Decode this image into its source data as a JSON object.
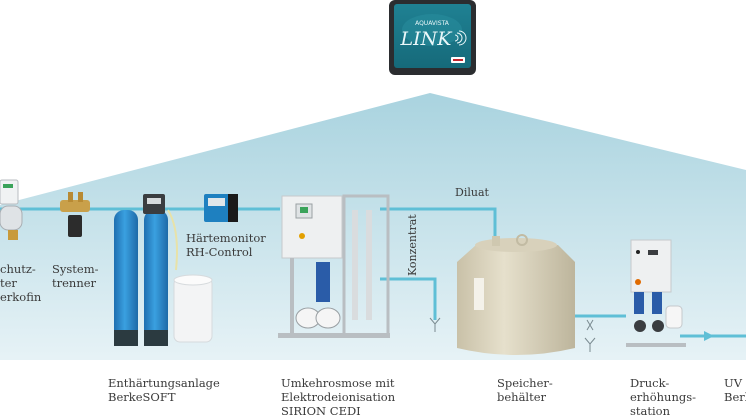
{
  "hub": {
    "brand": "AQUAVISTA",
    "product": "LINK",
    "logo": "berkefeld-logo",
    "icon": "wireless-signal-icon",
    "colors": {
      "screen": "#1d7a8c",
      "bezel": "#2b2d30"
    }
  },
  "colors": {
    "pipe": "#5fbfd6",
    "cone_top": "#a9d3df",
    "cone_bottom": "#eaf4f7",
    "label_text": "#3a3a3a",
    "tank_blue": "#2f8fd0",
    "storage_tank": "#ddd6c0"
  },
  "flow_labels": {
    "diluat": "Diluat",
    "konzentrat": "Konzentrat"
  },
  "components": [
    {
      "id": "schutzfilter",
      "label": "chutz-\nter\nerkofin",
      "icon": "protective-filter-icon"
    },
    {
      "id": "systemtrenner",
      "label": "System-\ntrenner",
      "icon": "backflow-preventer-icon"
    },
    {
      "id": "enthaertung",
      "label": "Enthärtungsanlage\nBerkeSOFT",
      "icon": "water-softener-icon"
    },
    {
      "id": "haertemonitor",
      "label": "Härtemonitor\nRH-Control",
      "icon": "hardness-monitor-icon"
    },
    {
      "id": "umkehrosmose",
      "label": "Umkehrosmose mit\nElektrodeionisation\nSIRION CEDI",
      "icon": "reverse-osmosis-unit-icon"
    },
    {
      "id": "speicher",
      "label": "Speicher-\nbehälter",
      "icon": "storage-tank-icon"
    },
    {
      "id": "druckerhoehung",
      "label": "Druck-\nerhöhungs-\nstation",
      "icon": "booster-station-icon"
    },
    {
      "id": "uv",
      "label": "UV I\nBerl",
      "icon": "uv-unit-icon"
    }
  ]
}
